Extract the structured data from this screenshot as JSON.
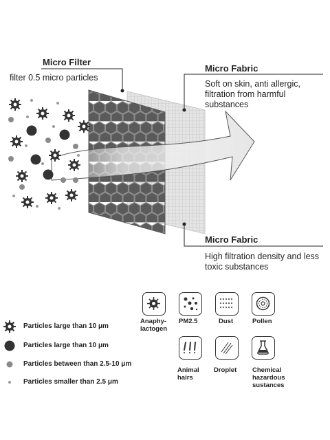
{
  "micro_filter": {
    "title": "Micro Filter",
    "desc": "filter 0.5 micro particles"
  },
  "micro_fabric_top": {
    "title": "Micro Fabric",
    "lines": [
      "Soft on skin, anti allergic,",
      "filtration from harmful",
      "substances"
    ]
  },
  "micro_fabric_bottom": {
    "title": "Micro Fabric",
    "lines": [
      "High filtration density and less",
      "toxic substances"
    ]
  },
  "legend": [
    {
      "icon": "spiky-particle",
      "text": "Particles large than 10 μm"
    },
    {
      "icon": "large-dark-particle",
      "text": "Particles large than 10 μm"
    },
    {
      "icon": "medium-gray-particle",
      "text": "Particles between than 2.5-10 μm"
    },
    {
      "icon": "small-gray-particle",
      "text": "Particles smaller than 2.5 μm"
    }
  ],
  "pollutants": [
    {
      "icon": "anaphylactogen-icon",
      "label_lines": [
        "Anaphy-",
        "lactogen"
      ]
    },
    {
      "icon": "pm25-icon",
      "label_lines": [
        "PM2.5"
      ]
    },
    {
      "icon": "dust-icon",
      "label_lines": [
        "Dust"
      ]
    },
    {
      "icon": "pollen-icon",
      "label_lines": [
        "Pollen"
      ]
    },
    {
      "icon": "animal-hairs-icon",
      "label_lines": [
        "Animal",
        "hairs"
      ]
    },
    {
      "icon": "droplet-icon",
      "label_lines": [
        "Droplet"
      ]
    },
    {
      "icon": "chemical-icon",
      "label_lines": [
        "Chemical",
        "hazardous",
        "sustances"
      ]
    }
  ],
  "colors": {
    "filter_dark": "#6e6e6e",
    "fabric_light": "#dcdcdc",
    "arrow": "#eaeaea",
    "particle_dark": "#333333",
    "particle_gray": "#888888"
  }
}
